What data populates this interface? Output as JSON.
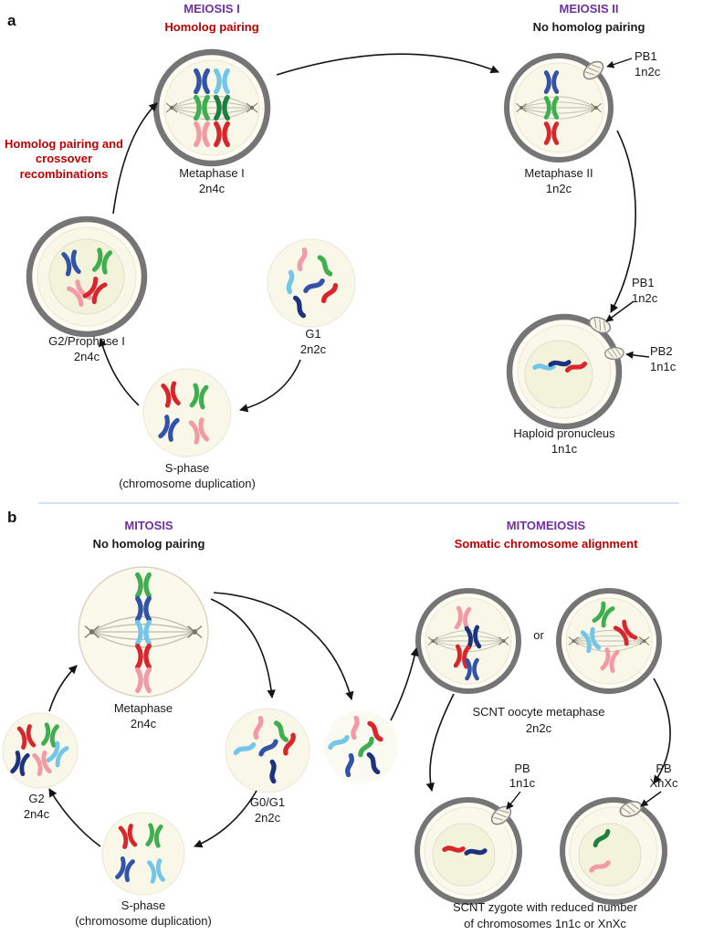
{
  "colors": {
    "purple": "#7030a0",
    "redtxt": "#c00000",
    "divider": "#a9c6e6",
    "chr-blue": "#3353a8",
    "chr-navy": "#1e3380",
    "chr-cyan": "#74c6e8",
    "chr-green": "#3fae4e",
    "chr-dgreen": "#1e8040",
    "chr-red": "#d9262c",
    "chr-pink": "#f29aa5"
  },
  "panel_a": {
    "label": "a",
    "meiosis1": {
      "title": "MEIOSIS I",
      "subtitle": "Homolog pairing"
    },
    "meiosis2": {
      "title": "MEIOSIS II",
      "subtitle": "No homolog pairing"
    },
    "side_note": "Homolog pairing and crossover recombinations",
    "metaphase1": {
      "name": "Metaphase I",
      "ploidy": "2n4c"
    },
    "metaphase2": {
      "name": "Metaphase II",
      "ploidy": "1n2c"
    },
    "met2_pb": {
      "name": "PB1",
      "ploidy": "1n2c"
    },
    "g2_prophase": {
      "name": "G2/Prophase I",
      "ploidy": "2n4c"
    },
    "g1": {
      "name": "G1",
      "ploidy": "2n2c"
    },
    "s_phase": {
      "name": "S-phase",
      "note": "(chromosome duplication)"
    },
    "haploid": {
      "name": "Haploid pronucleus",
      "ploidy": "1n1c"
    },
    "hap_pb1": {
      "name": "PB1",
      "ploidy": "1n2c"
    },
    "hap_pb2": {
      "name": "PB2",
      "ploidy": "1n1c"
    }
  },
  "panel_b": {
    "label": "b",
    "mitosis": {
      "title": "MITOSIS",
      "subtitle": "No homolog pairing"
    },
    "mitomeiosis": {
      "title": "MITOMEIOSIS",
      "subtitle": "Somatic chromosome alignment"
    },
    "metaphase": {
      "name": "Metaphase",
      "ploidy": "2n4c"
    },
    "g2": {
      "name": "G2",
      "ploidy": "2n4c"
    },
    "g0g1": {
      "name": "G0/G1",
      "ploidy": "2n2c"
    },
    "s_phase": {
      "name": "S-phase",
      "note": "(chromosome duplication)"
    },
    "or_text": "or",
    "scnt_oocyte": {
      "name": "SCNT oocyte metaphase",
      "ploidy": "2n2c"
    },
    "pb_left": {
      "name": "PB",
      "ploidy": "1n1c"
    },
    "pb_right": {
      "name": "PB",
      "ploidy": "XnXc"
    },
    "zygote_caption": {
      "line1": "SCNT zygote  with reduced number",
      "line2": "of chromosomes 1n1c  or  XnXc"
    }
  }
}
